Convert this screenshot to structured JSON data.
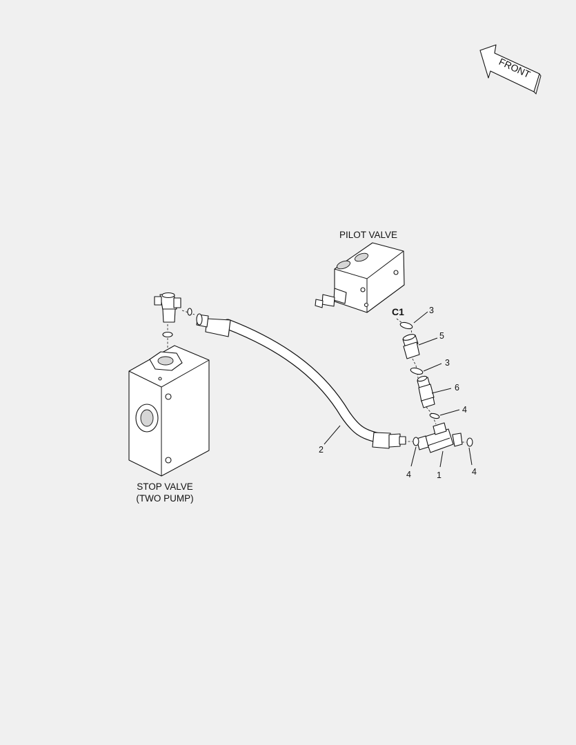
{
  "front_arrow": {
    "label": "FRONT"
  },
  "components": {
    "pilot_valve": {
      "label": "PILOT VALVE",
      "port_label": "C1"
    },
    "stop_valve": {
      "label_line1": "STOP VALVE",
      "label_line2": "(TWO PUMP)"
    }
  },
  "callouts": [
    {
      "id": "callout-3-upper",
      "text": "3"
    },
    {
      "id": "callout-5",
      "text": "5"
    },
    {
      "id": "callout-3-lower",
      "text": "3"
    },
    {
      "id": "callout-6",
      "text": "6"
    },
    {
      "id": "callout-4-right-upper",
      "text": "4"
    },
    {
      "id": "callout-2",
      "text": "2"
    },
    {
      "id": "callout-4-left",
      "text": "4"
    },
    {
      "id": "callout-1",
      "text": "1"
    },
    {
      "id": "callout-4-right",
      "text": "4"
    }
  ]
}
